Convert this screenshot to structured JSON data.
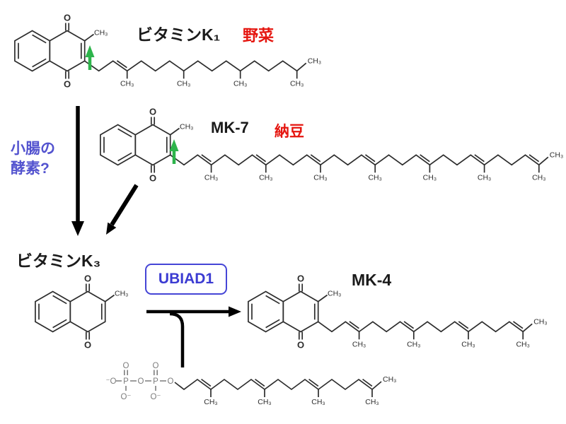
{
  "labels": {
    "vitamin_k1": "ビタミンK₁",
    "vitamin_k1_source": "野菜",
    "mk7": "MK-7",
    "mk7_source": "納豆",
    "enzyme_line1": "小腸の",
    "enzyme_line2": "酵素?",
    "vitamin_k3": "ビタミンK₃",
    "ubiad1": "UBIAD1",
    "mk4": "MK-4"
  },
  "atoms": {
    "oxygen": "O",
    "phosphorus": "P",
    "oxygen_minus": "O⁻",
    "oxygen_minus_left": "⁻O",
    "methyl": "CH₃"
  },
  "colors": {
    "text": "#1b1b1b",
    "food_source_red": "#e5150f",
    "enzyme_blue": "#5353cf",
    "ubiad1_blue": "#3b3bd2",
    "green_arrow": "#2db44b",
    "structure": "#2d2d2d",
    "phosphate_gray": "#7d7d7d",
    "arrow_black": "#000000"
  }
}
